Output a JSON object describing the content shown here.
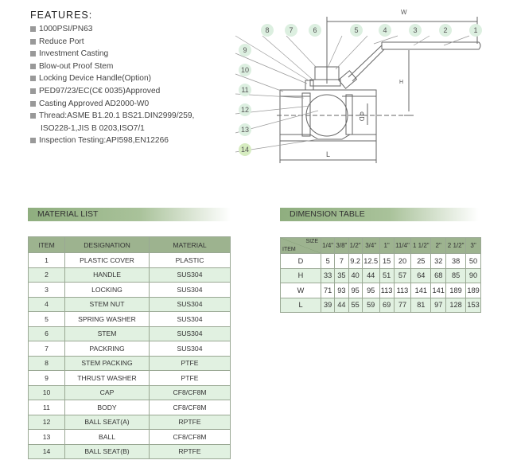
{
  "features": {
    "title": "FEATURES:",
    "items": [
      "1000PSI/PN63",
      "Reduce Port",
      "Investment Casting",
      "Blow-out Proof Stem",
      "Locking Device Handle(Option)",
      "PED97/23/EC(C€ 0035)Approved",
      "Casting Approved AD2000-W0",
      "Thread:ASME B1.20.1 BS21.DIN2999/259,",
      "ISO228-1,JIS B 0203,ISO7/1",
      "Inspection Testing:API598,EN12266"
    ]
  },
  "diagram": {
    "callouts": [
      "1",
      "2",
      "3",
      "4",
      "5",
      "6",
      "7",
      "8",
      "9",
      "10",
      "11",
      "12",
      "13",
      "14"
    ],
    "dims": {
      "w": "W",
      "h": "H",
      "l": "L",
      "d": "ΦD"
    }
  },
  "material_list": {
    "title": "MATERIAL LIST",
    "headers": [
      "ITEM",
      "DESIGNATION",
      "MATERIAL"
    ],
    "rows": [
      [
        "1",
        "PLASTIC COVER",
        "PLASTIC"
      ],
      [
        "2",
        "HANDLE",
        "SUS304"
      ],
      [
        "3",
        "LOCKING",
        "SUS304"
      ],
      [
        "4",
        "STEM NUT",
        "SUS304"
      ],
      [
        "5",
        "SPRING WASHER",
        "SUS304"
      ],
      [
        "6",
        "STEM",
        "SUS304"
      ],
      [
        "7",
        "PACKRING",
        "SUS304"
      ],
      [
        "8",
        "STEM PACKING",
        "PTFE"
      ],
      [
        "9",
        "THRUST WASHER",
        "PTFE"
      ],
      [
        "10",
        "CAP",
        "CF8/CF8M"
      ],
      [
        "11",
        "BODY",
        "CF8/CF8M"
      ],
      [
        "12",
        "BALL SEAT(A)",
        "RPTFE"
      ],
      [
        "13",
        "BALL",
        "CF8/CF8M"
      ],
      [
        "14",
        "BALL SEAT(B)",
        "RPTFE"
      ]
    ]
  },
  "dimension_table": {
    "title": "DIMENSION TABLE",
    "corner_item": "ITEM",
    "corner_size": "SIZE",
    "sizes": [
      "1/4\"",
      "3/8\"",
      "1/2\"",
      "3/4\"",
      "1\"",
      "11/4\"",
      "1 1/2\"",
      "2\"",
      "2 1/2\"",
      "3\""
    ],
    "rows": [
      {
        "item": "D",
        "values": [
          "5",
          "7",
          "9.2",
          "12.5",
          "15",
          "20",
          "25",
          "32",
          "38",
          "50"
        ]
      },
      {
        "item": "H",
        "values": [
          "33",
          "35",
          "40",
          "44",
          "51",
          "57",
          "64",
          "68",
          "85",
          "90"
        ]
      },
      {
        "item": "W",
        "values": [
          "71",
          "93",
          "95",
          "95",
          "113",
          "113",
          "141",
          "141",
          "189",
          "189"
        ]
      },
      {
        "item": "L",
        "values": [
          "39",
          "44",
          "55",
          "59",
          "69",
          "77",
          "81",
          "97",
          "128",
          "153"
        ]
      }
    ]
  }
}
